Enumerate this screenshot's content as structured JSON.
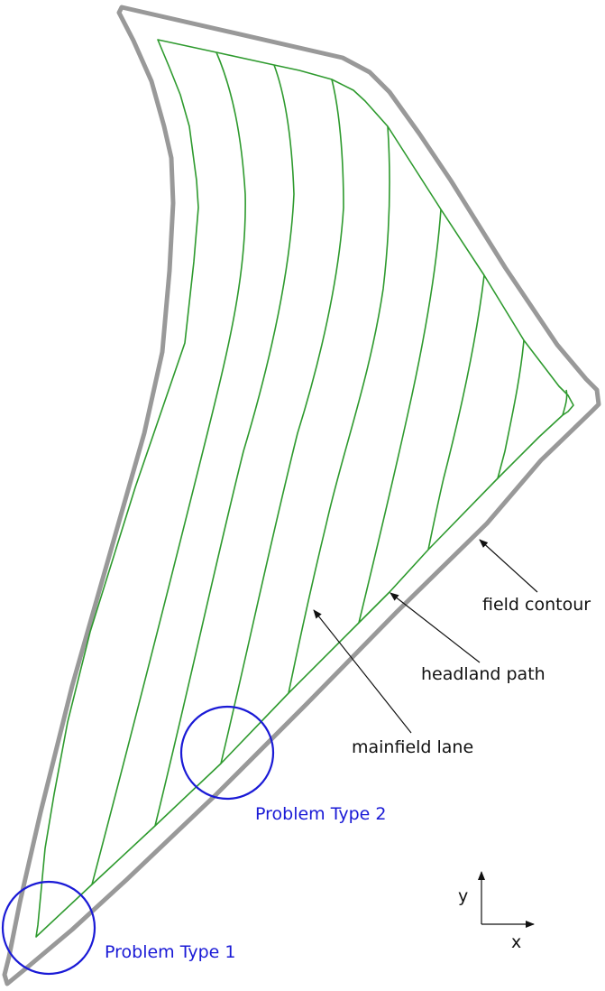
{
  "labels": {
    "field_contour": "field contour",
    "headland_path": "headland path",
    "mainfield_lane": "mainfield lane",
    "problem_type_2": "Problem Type 2",
    "problem_type_1": "Problem Type 1",
    "axis_y": "y",
    "axis_x": "x"
  },
  "colors": {
    "field_contour": "#999999",
    "path": "#2e9a2e",
    "problem_circle": "#1a1ad6",
    "arrow": "#111111"
  }
}
